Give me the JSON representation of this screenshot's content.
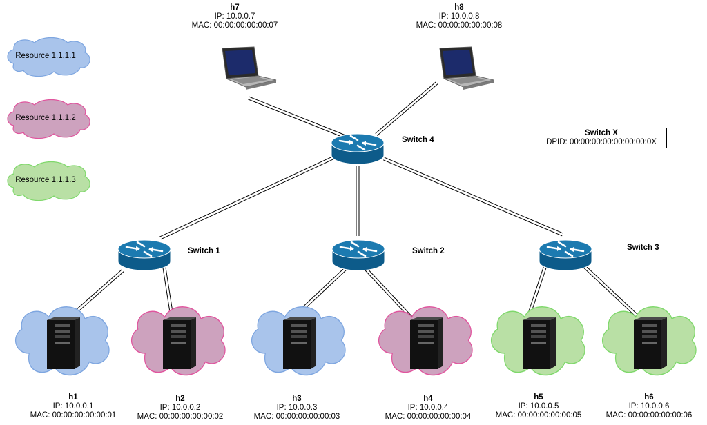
{
  "colors": {
    "blue_fill": "#a9c4eb",
    "blue_stroke": "#7ea6e0",
    "pink_fill": "#cda2be",
    "pink_stroke": "#e0559e",
    "green_fill": "#b9e0a5",
    "green_stroke": "#7fd86b",
    "switch_top": "#1c7ab0",
    "switch_side": "#0d5b8a"
  },
  "legend": {
    "resources": [
      {
        "label": "Resource 1.1.1.1",
        "color": "blue"
      },
      {
        "label": "Resource 1.1.1.2",
        "color": "pink"
      },
      {
        "label": "Resource 1.1.1.3",
        "color": "green"
      }
    ],
    "switch_box": {
      "title": "Switch X",
      "dpid": "DPID: 00:00:00:00:00:00:00:0X"
    }
  },
  "switches": [
    {
      "id": "s4",
      "label": "Switch 4"
    },
    {
      "id": "s1",
      "label": "Switch 1"
    },
    {
      "id": "s2",
      "label": "Switch 2"
    },
    {
      "id": "s3",
      "label": "Switch 3"
    }
  ],
  "laptops": [
    {
      "name": "h7",
      "ip": "IP: 10.0.0.7",
      "mac": "MAC: 00:00:00:00:00:07"
    },
    {
      "name": "h8",
      "ip": "IP: 10.0.0.8",
      "mac": "MAC: 00:00:00:00:00:08"
    }
  ],
  "servers": [
    {
      "name": "h1",
      "ip": "IP: 10.0.0.1",
      "mac": "MAC: 00:00:00:00:00:01",
      "cloud": "blue"
    },
    {
      "name": "h2",
      "ip": "IP: 10.0.0.2",
      "mac": "MAC: 00:00:00:00:00:02",
      "cloud": "pink"
    },
    {
      "name": "h3",
      "ip": "IP: 10.0.0.3",
      "mac": "MAC: 00:00:00:00:00:03",
      "cloud": "blue"
    },
    {
      "name": "h4",
      "ip": "IP: 10.0.0.4",
      "mac": "MAC: 00:00:00:00:00:04",
      "cloud": "pink"
    },
    {
      "name": "h5",
      "ip": "IP: 10.0.0.5",
      "mac": "MAC: 00:00:00:00:00:05",
      "cloud": "green"
    },
    {
      "name": "h6",
      "ip": "IP: 10.0.0.6",
      "mac": "MAC: 00:00:00:00:00:06",
      "cloud": "green"
    }
  ]
}
